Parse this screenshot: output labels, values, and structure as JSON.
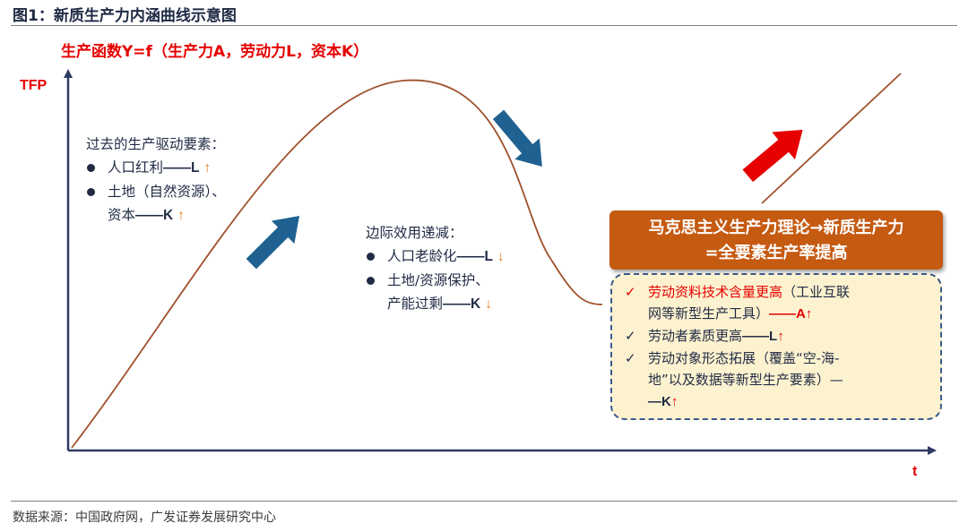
{
  "figure": {
    "title": "图1：新质生产力内涵曲线示意图",
    "source": "数据来源：中国政府网，广发证券发展研究中心"
  },
  "function_label": "生产函数Y=f（生产力A，劳动力L，资本K）",
  "axes": {
    "y_label": "TFP",
    "x_label": "t"
  },
  "past_drivers": {
    "heading": "过去的生产驱动要素：",
    "items": [
      {
        "lines": [
          "人口红利",
          ""
        ],
        "tail": "——L",
        "arrow": "↑"
      },
      {
        "lines": [
          "土地（自然资源）、",
          "资本"
        ],
        "tail": "——K",
        "arrow": "↑"
      }
    ]
  },
  "marginal": {
    "heading": "边际效用递减：",
    "items": [
      {
        "lines": [
          "人口老龄化",
          ""
        ],
        "tail": "——L",
        "arrow": "↓"
      },
      {
        "lines": [
          "土地/资源保护、",
          "产能过剩"
        ],
        "tail": "——K",
        "arrow": "↓"
      }
    ]
  },
  "theory": {
    "line1": "马克思主义生产力理论→新质生产力",
    "line2": "=全要素生产率提高"
  },
  "details": {
    "check_mark": "✓",
    "item1": {
      "red_text": "劳动资料技术含量更高",
      "rest1": "（工业互联",
      "rest2": "网等新型生产工具）",
      "tail": "——A",
      "arrow": "↑"
    },
    "item2": {
      "text": "劳动者素质更高",
      "tail": "——L",
      "arrow": "↑"
    },
    "item3": {
      "line1": "劳动对象形态拓展（覆盖“空-海-",
      "line2": "地”以及数据等新型生产要素）—",
      "tail": "—K",
      "arrow": "↑"
    }
  },
  "colors": {
    "curve": "#a0522d",
    "axis": "#2f3b63",
    "blue_arrow": "#1f6191",
    "red_arrow": "#e60000",
    "theory_box": "#c55a11",
    "detail_box_fill": "#fdf2cf",
    "detail_box_border": "#3a5a8c"
  }
}
